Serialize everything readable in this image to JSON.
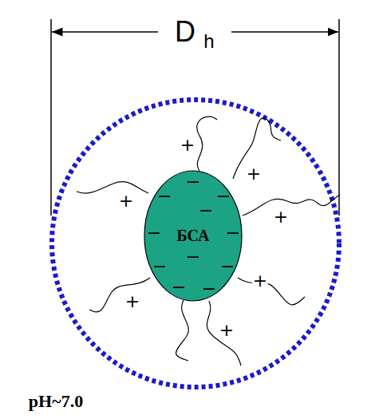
{
  "diagram": {
    "nodes": [
      {
        "text": [
          "БСА"
        ]
      }
    ],
    "labels": [
      "D",
      "h",
      "+",
      "+",
      "+",
      "+",
      "+",
      "+",
      "+",
      "−",
      "−",
      "−",
      "−",
      "−",
      "−",
      "−",
      "−",
      "−",
      "−",
      "−",
      "pH~7.0"
    ]
  }
}
